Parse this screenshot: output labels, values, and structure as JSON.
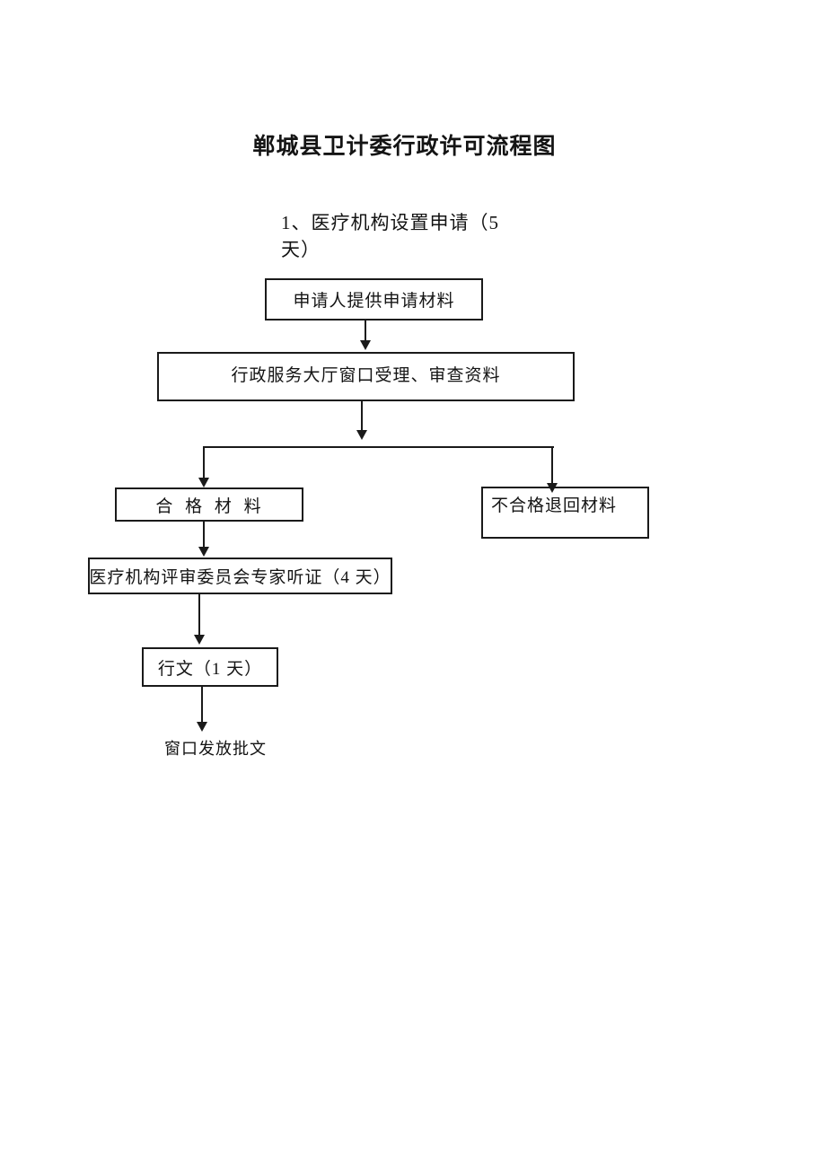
{
  "page": {
    "title": "郸城县卫计委行政许可流程图",
    "heading_line1": "1、医疗机构设置申请（5",
    "heading_line2": "天）"
  },
  "flowchart": {
    "line_color": "#1a1a1a",
    "nodes": [
      {
        "id": "apply",
        "shape": "rect",
        "label": "申请人提供申请材料"
      },
      {
        "id": "accept",
        "shape": "rect",
        "label": "行政服务大厅窗口受理、审查资料"
      },
      {
        "id": "qualified",
        "shape": "rect",
        "label": "合 格 材 料"
      },
      {
        "id": "rejected",
        "shape": "rect",
        "label": "不合格退回材料"
      },
      {
        "id": "hearing",
        "shape": "rect",
        "label": "医疗机构评审委员会专家听证（4 天）"
      },
      {
        "id": "issue-doc",
        "shape": "rect",
        "label": "行文（1 天）"
      },
      {
        "id": "dispense",
        "shape": "text",
        "label": "窗口发放批文"
      }
    ],
    "edges": [
      {
        "from": "apply",
        "to": "accept"
      },
      {
        "from": "accept",
        "to": "qualified"
      },
      {
        "from": "accept",
        "to": "rejected"
      },
      {
        "from": "qualified",
        "to": "hearing"
      },
      {
        "from": "hearing",
        "to": "issue-doc"
      },
      {
        "from": "issue-doc",
        "to": "dispense"
      }
    ]
  }
}
